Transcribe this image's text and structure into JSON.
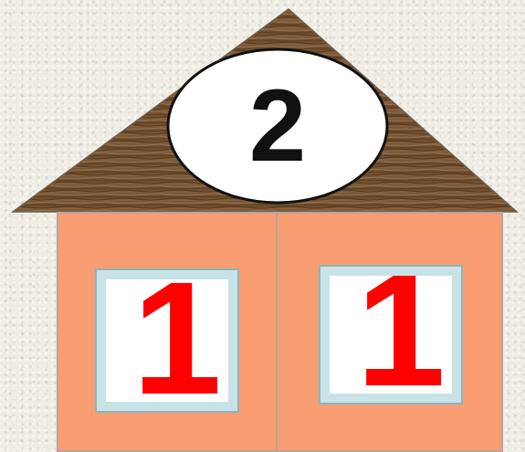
{
  "roof": {
    "number": "2"
  },
  "rooms": [
    {
      "number": "1"
    },
    {
      "number": "1"
    }
  ],
  "colors": {
    "background": "#efece3",
    "roof_wood": "#7a5634",
    "wall": "#f99d72",
    "window_frame": "#c8e3e8",
    "window_pane": "#ffffff",
    "room_number": "#ff0000",
    "roof_number": "#111111"
  }
}
